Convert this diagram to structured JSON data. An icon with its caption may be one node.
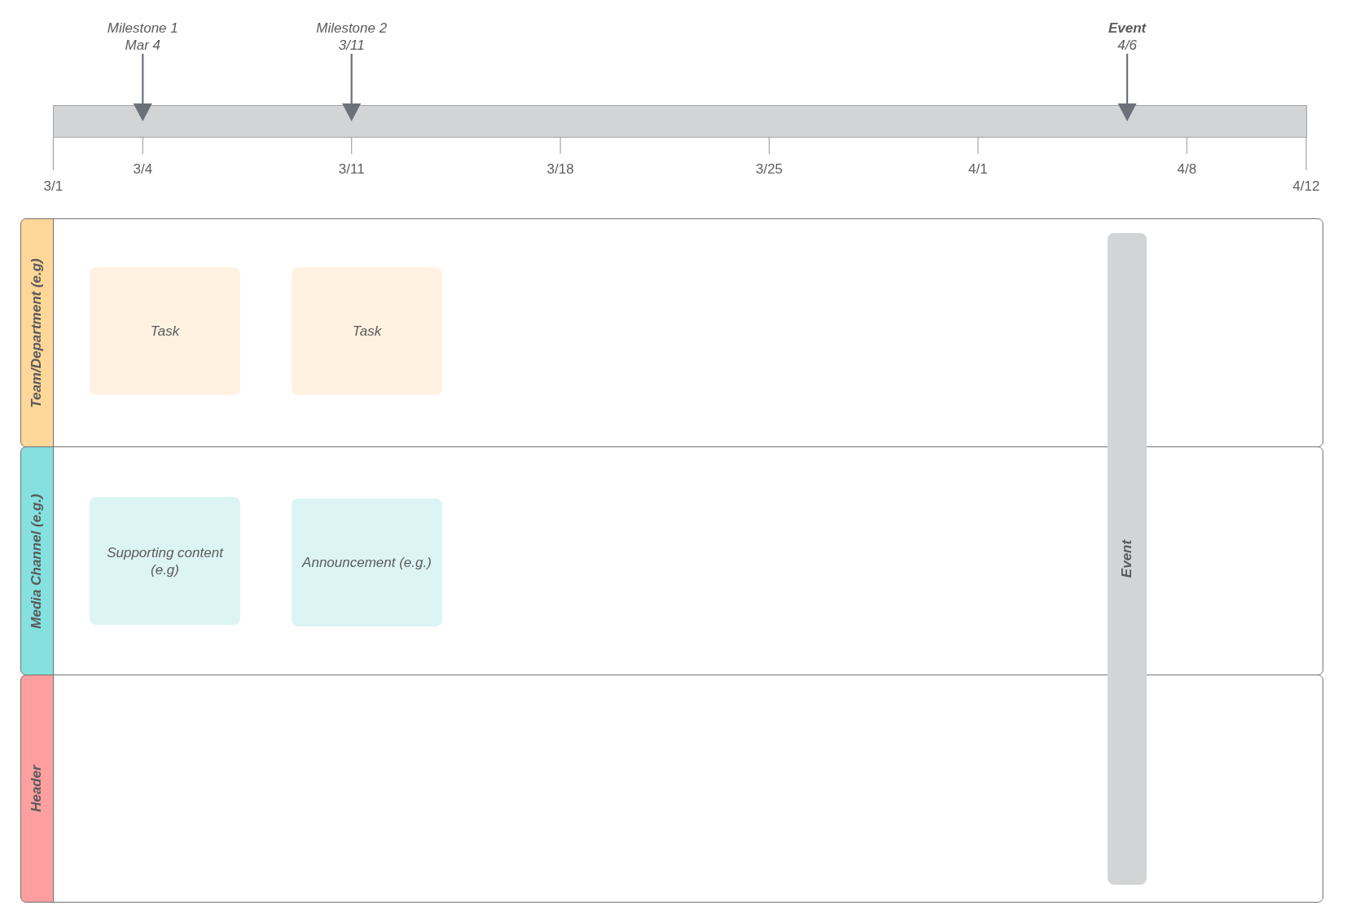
{
  "diagram": {
    "nodes": [
      {
        "text": [
          "Milestone 1",
          "Mar 4"
        ]
      },
      {
        "text": [
          "Milestone 2",
          "3/11"
        ]
      },
      {
        "text": [
          "Event",
          "4/6"
        ]
      },
      {
        "text": [],
        "shape": "bar"
      },
      {
        "text": [
          "Team/Department (e.g)"
        ]
      },
      {
        "text": [
          "Task"
        ],
        "in": 4
      },
      {
        "text": [
          "Task"
        ],
        "in": 4
      },
      {
        "text": [
          "Media Channel (e.g.)"
        ]
      },
      {
        "text": [
          "Supporting content (e.g)"
        ],
        "in": 7
      },
      {
        "text": [
          "Announcement (e.g.)"
        ],
        "in": 7
      },
      {
        "text": [
          "Header"
        ]
      },
      {
        "text": [
          "Event"
        ]
      }
    ],
    "edges": [
      {
        "from": 0,
        "to": 3,
        "arrow": "to"
      },
      {
        "from": 1,
        "to": 3,
        "arrow": "to"
      },
      {
        "from": 2,
        "to": 3,
        "arrow": "to"
      }
    ],
    "labels": [
      "3/1",
      "3/4",
      "3/11",
      "3/18",
      "3/25",
      "4/1",
      "4/8",
      "4/12"
    ]
  }
}
